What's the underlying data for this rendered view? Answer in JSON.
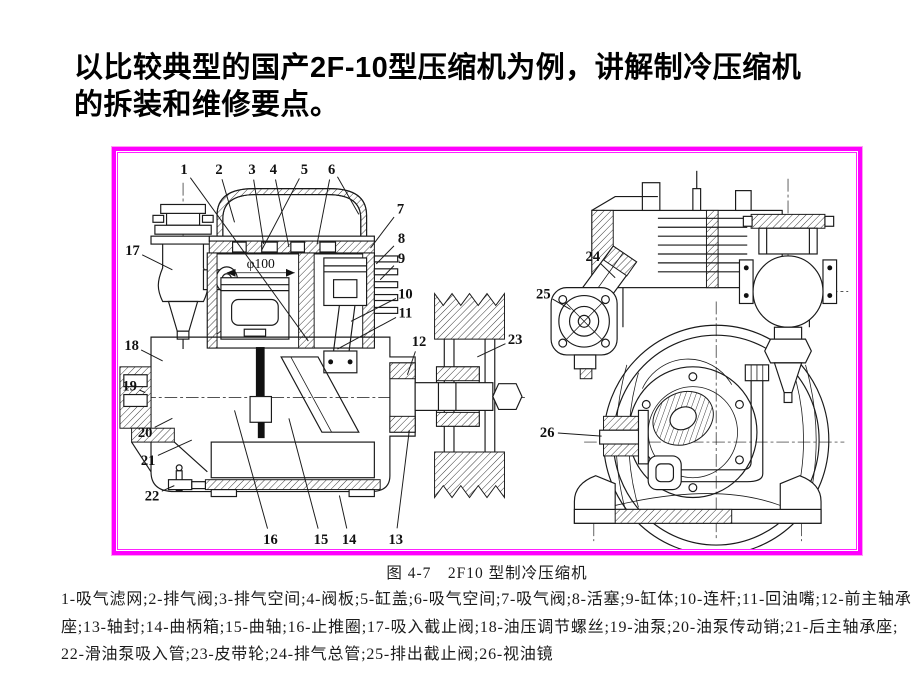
{
  "slide": {
    "title_line1": "以比较典型的国产2F-10型压缩机为例，讲解制冷压缩机",
    "title_line2": "的拆装和维修要点。"
  },
  "figure": {
    "frame_color": "#ff00ff",
    "frame_outer_color": "#ff9df3",
    "caption": "图 4-7　2F10 型制冷压缩机",
    "dimension_label": "φ100",
    "callouts": [
      {
        "n": "1",
        "part": "吸气滤网",
        "label": [
          68,
          16
        ],
        "target": [
          196,
          190
        ]
      },
      {
        "n": "2",
        "part": "排气阀",
        "label": [
          104,
          16
        ],
        "target": [
          120,
          70
        ]
      },
      {
        "n": "3",
        "part": "排气空间",
        "label": [
          138,
          16
        ],
        "target": [
          150,
          92
        ]
      },
      {
        "n": "4",
        "part": "阀板",
        "label": [
          160,
          16
        ],
        "target": [
          176,
          95
        ]
      },
      {
        "n": "5",
        "part": "缸盖",
        "label": [
          192,
          16
        ],
        "target": [
          148,
          98
        ]
      },
      {
        "n": "6",
        "part": "吸气空间",
        "label": [
          220,
          16
        ],
        "target": [
          205,
          92
        ]
      },
      {
        "n": "7",
        "part": "吸气阀",
        "label": [
          291,
          56
        ],
        "target": [
          260,
          96
        ]
      },
      {
        "n": "8",
        "part": "活塞",
        "label": [
          292,
          86
        ],
        "target": [
          266,
          112
        ]
      },
      {
        "n": "9",
        "part": "缸体",
        "label": [
          292,
          106
        ],
        "target": [
          270,
          128
        ]
      },
      {
        "n": "10",
        "part": "连杆",
        "label": [
          296,
          142
        ],
        "target": [
          240,
          170
        ]
      },
      {
        "n": "11",
        "part": "回油嘴",
        "label": [
          296,
          161
        ],
        "target": [
          226,
          198
        ]
      },
      {
        "n": "12",
        "part": "前主轴承座",
        "label": [
          310,
          190
        ],
        "target": [
          298,
          224
        ]
      },
      {
        "n": "13",
        "part": "轴封",
        "label": [
          286,
          390
        ],
        "target": [
          300,
          280
        ]
      },
      {
        "n": "14",
        "part": "曲柄箱",
        "label": [
          238,
          390
        ],
        "target": [
          228,
          346
        ]
      },
      {
        "n": "15",
        "part": "曲轴",
        "label": [
          209,
          390
        ],
        "target": [
          176,
          268
        ]
      },
      {
        "n": "16",
        "part": "止推圈",
        "label": [
          157,
          390
        ],
        "target": [
          120,
          260
        ]
      },
      {
        "n": "17",
        "part": "吸入截止阀",
        "label": [
          15,
          98
        ],
        "target": [
          56,
          118
        ]
      },
      {
        "n": "18",
        "part": "油压调节螺丝",
        "label": [
          14,
          194
        ],
        "target": [
          46,
          210
        ]
      },
      {
        "n": "19",
        "part": "油泵",
        "label": [
          12,
          235
        ],
        "target": [
          28,
          242
        ]
      },
      {
        "n": "20",
        "part": "油泵传动销",
        "label": [
          28,
          282
        ],
        "target": [
          56,
          268
        ]
      },
      {
        "n": "21",
        "part": "后主轴承座",
        "label": [
          31,
          310
        ],
        "target": [
          76,
          290
        ]
      },
      {
        "n": "22",
        "part": "滑油泵吸入管",
        "label": [
          35,
          346
        ],
        "target": [
          58,
          336
        ]
      },
      {
        "n": "23",
        "part": "皮带轮",
        "label": [
          409,
          188
        ],
        "target": [
          370,
          206
        ]
      },
      {
        "n": "24",
        "part": "排气总管",
        "label": [
          489,
          104
        ],
        "target": [
          512,
          126
        ]
      },
      {
        "n": "25",
        "part": "排出截止阀",
        "label": [
          438,
          142
        ],
        "target": [
          466,
          158
        ]
      },
      {
        "n": "26",
        "part": "视油镜",
        "label": [
          442,
          282
        ],
        "target": [
          498,
          286
        ]
      }
    ],
    "extra_leaders": [
      {
        "from": [
          226,
          24
        ],
        "to": [
          248,
          62
        ]
      }
    ]
  },
  "legend": {
    "line1": "1-吸气滤网;2-排气阀;3-排气空间;4-阀板;5-缸盖;6-吸气空间;7-吸气阀;8-活塞;9-缸体;10-连杆;11-回油嘴;12-前主轴承",
    "line2": "座;13-轴封;14-曲柄箱;15-曲轴;16-止推圈;17-吸入截止阀;18-油压调节螺丝;19-油泵;20-油泵传动销;21-后主轴承座;",
    "line3": "22-滑油泵吸入管;23-皮带轮;24-排气总管;25-排出截止阀;26-视油镜"
  }
}
